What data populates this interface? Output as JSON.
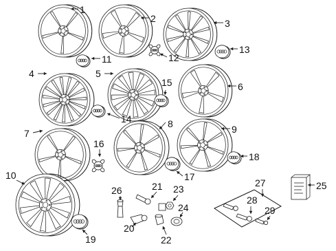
{
  "diagram": {
    "colors": {
      "ink": "#1a1a1a",
      "background": "#ffffff"
    },
    "callouts": [
      {
        "id": "c1",
        "text": "1"
      },
      {
        "id": "c2",
        "text": "2"
      },
      {
        "id": "c3",
        "text": "3"
      },
      {
        "id": "c4",
        "text": "4"
      },
      {
        "id": "c5",
        "text": "5"
      },
      {
        "id": "c6",
        "text": "6"
      },
      {
        "id": "c7",
        "text": "7"
      },
      {
        "id": "c8",
        "text": "8"
      },
      {
        "id": "c9",
        "text": "9"
      },
      {
        "id": "c10",
        "text": "10"
      },
      {
        "id": "c11",
        "text": "11"
      },
      {
        "id": "c12",
        "text": "12"
      },
      {
        "id": "c13",
        "text": "13"
      },
      {
        "id": "c14",
        "text": "14"
      },
      {
        "id": "c15",
        "text": "15"
      },
      {
        "id": "c16",
        "text": "16"
      },
      {
        "id": "c17",
        "text": "17"
      },
      {
        "id": "c18",
        "text": "18"
      },
      {
        "id": "c19",
        "text": "19"
      },
      {
        "id": "c20",
        "text": "20"
      },
      {
        "id": "c21",
        "text": "21"
      },
      {
        "id": "c22",
        "text": "22"
      },
      {
        "id": "c23",
        "text": "23"
      },
      {
        "id": "c24",
        "text": "24"
      },
      {
        "id": "c25",
        "text": "25"
      },
      {
        "id": "c26",
        "text": "26"
      },
      {
        "id": "c27",
        "text": "27"
      },
      {
        "id": "c28",
        "text": "28"
      },
      {
        "id": "c29",
        "text": "29"
      }
    ]
  }
}
